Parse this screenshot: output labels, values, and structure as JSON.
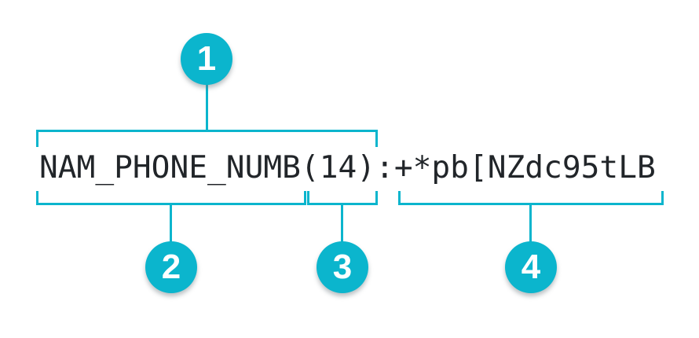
{
  "token_string": "NAM_PHONE_NUMB(14):+*pb[NZdc95tLB",
  "markers": [
    {
      "label": "1",
      "refers_to": "NAM_PHONE_NUMB(14)",
      "side": "above"
    },
    {
      "label": "2",
      "refers_to": "NAM_PHONE_NUMB",
      "side": "below"
    },
    {
      "label": "3",
      "refers_to": "(14)",
      "side": "below"
    },
    {
      "label": "4",
      "refers_to": "+*pb[NZdc95tLB",
      "side": "below"
    }
  ],
  "colors": {
    "accent": "#0BB5CD",
    "token_text": "#212529",
    "badge_text": "#FFFFFF",
    "background": "#FFFFFF"
  }
}
